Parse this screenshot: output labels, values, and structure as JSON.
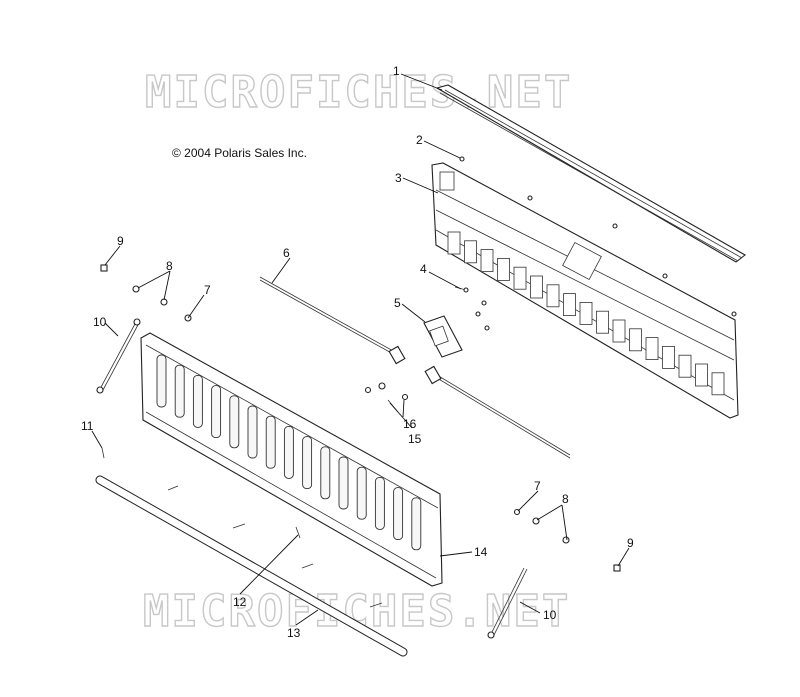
{
  "copyright": "© 2004 Polaris Sales Inc.",
  "watermark": "MICROFICHES.NET",
  "callouts": {
    "c1": "1",
    "c2": "2",
    "c3": "3",
    "c4": "4",
    "c5": "5",
    "c6": "6",
    "c7a": "7",
    "c7b": "7",
    "c8a": "8",
    "c8b": "8",
    "c9a": "9",
    "c9b": "9",
    "c10a": "10",
    "c10b": "10",
    "c11": "11",
    "c12": "12",
    "c13": "13",
    "c14": "14",
    "c15": "15",
    "c16": "16"
  }
}
